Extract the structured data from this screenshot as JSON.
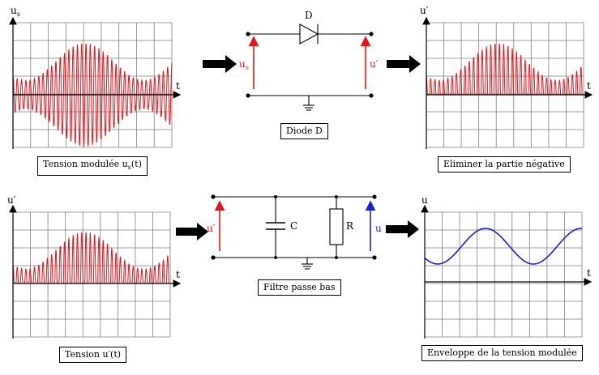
{
  "colors": {
    "signal": "#e8141c",
    "envelope": "#1f1fd6",
    "grid": "#7f7f7f",
    "wire": "#000000"
  },
  "plots": {
    "p1": {
      "ylabel": "u",
      "ysub": "s",
      "xlabel": "t",
      "caption_main": "Tension modulée u",
      "caption_sub": "s",
      "caption_tail": "(t)"
    },
    "p2": {
      "ylabel": "u′",
      "xlabel": "t",
      "caption": "Eliminer la partie négative"
    },
    "p3": {
      "ylabel": "u′",
      "xlabel": "t",
      "caption": "Tension u′(t)"
    },
    "p4": {
      "ylabel": "u",
      "xlabel": "t",
      "caption": "Enveloppe de la tension modulée"
    }
  },
  "circuits": {
    "diode": {
      "component_label": "D",
      "in_label": "u",
      "in_sub": "s",
      "out_label": "u′",
      "caption": "Diode D"
    },
    "filter": {
      "capacitor_label": "C",
      "resistor_label": "R",
      "in_label": "u′",
      "out_label": "u",
      "caption": "Filtre passe bas"
    }
  }
}
